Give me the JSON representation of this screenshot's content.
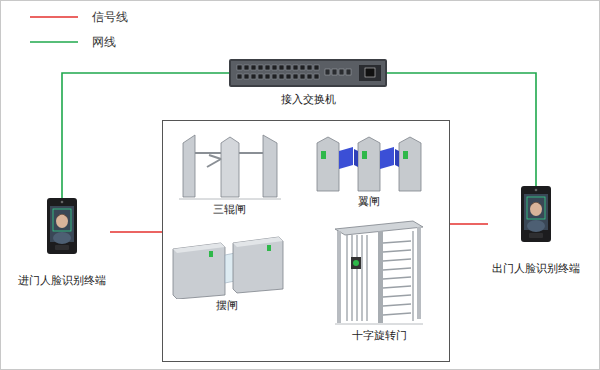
{
  "diagram": {
    "nodes": [
      {
        "text": [
          "接入交换机"
        ]
      },
      {
        "text": [
          "进门人脸识别终端"
        ]
      },
      {
        "text": []
      },
      {
        "text": [
          "三辊闸"
        ],
        "in": 2
      },
      {
        "text": [
          "翼闸"
        ],
        "in": 2
      },
      {
        "text": [
          "摆闸"
        ],
        "in": 2
      },
      {
        "text": [
          "十字旋转门"
        ],
        "in": 2
      },
      {
        "text": [
          "出门人脸识别终端"
        ]
      }
    ],
    "edges": [
      {
        "from": 0,
        "to": 1,
        "arrow": "none"
      },
      {
        "from": 0,
        "to": 7,
        "arrow": "none"
      },
      {
        "from": 1,
        "to": 2,
        "arrow": "none"
      },
      {
        "from": 2,
        "to": 7,
        "arrow": "none"
      }
    ],
    "legend": [
      {
        "text": "信号线"
      },
      {
        "text": "网线"
      }
    ]
  }
}
